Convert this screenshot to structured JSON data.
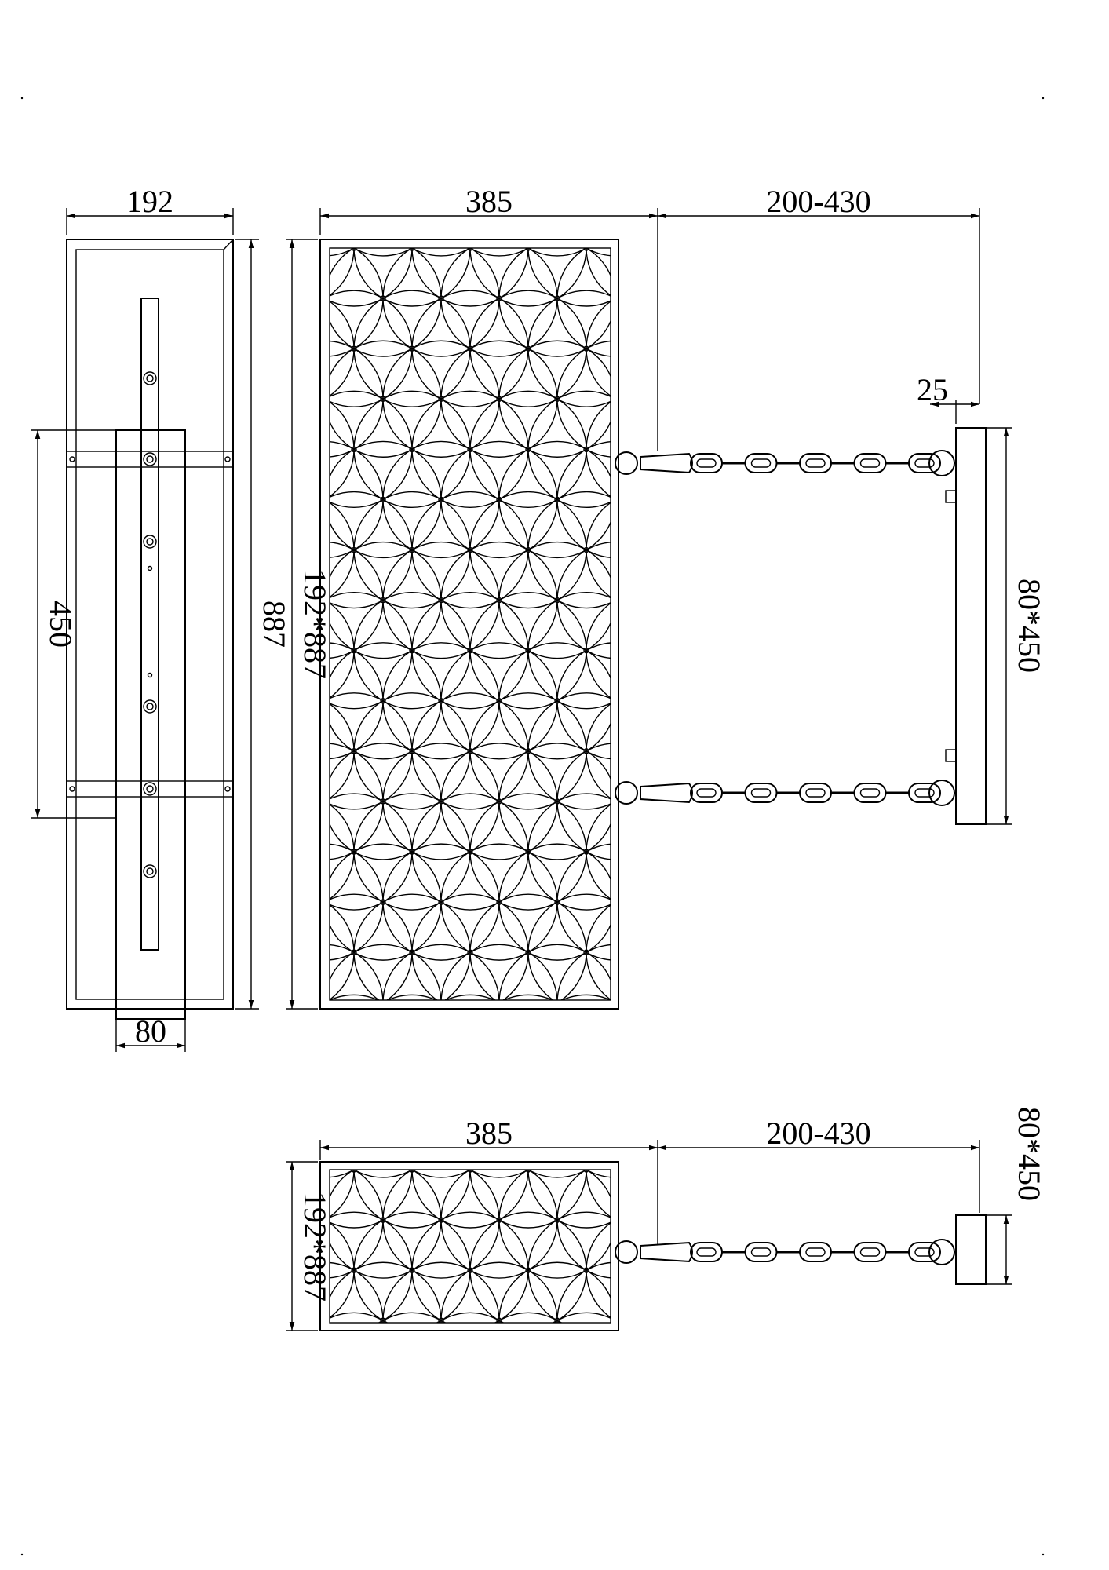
{
  "drawing": {
    "side_view": {
      "width_label": "192",
      "height_label": "887",
      "mount_height_label": "450",
      "mount_width_label": "80"
    },
    "front_view": {
      "width_label": "385",
      "size_label": "192*887",
      "extension_label": "200-430",
      "offset_label": "25",
      "mount_label": "80*450"
    },
    "top_view": {
      "width_label": "385",
      "size_label": "192*887",
      "extension_label": "200-430",
      "mount_label": "80*450"
    }
  }
}
